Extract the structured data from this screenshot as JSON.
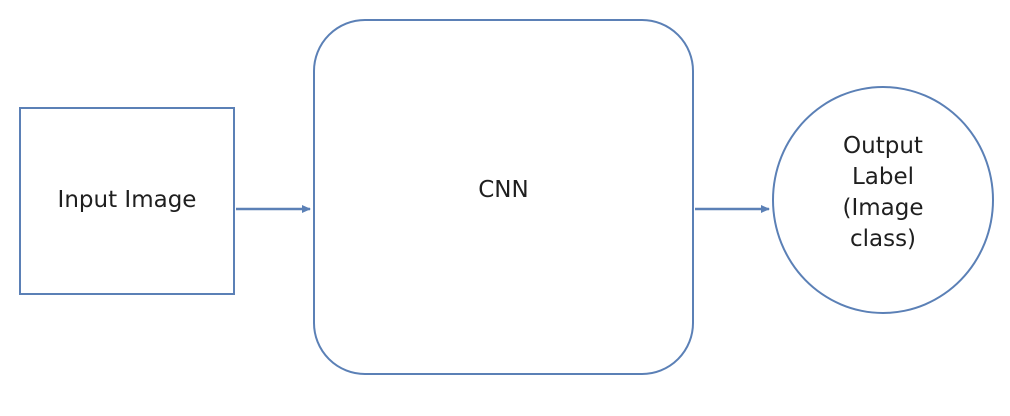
{
  "diagram": {
    "nodes": {
      "input": {
        "label": "Input Image"
      },
      "cnn": {
        "label": "CNN"
      },
      "output": {
        "label": "Output Label (Image class)"
      }
    },
    "edges": [
      {
        "from": "input",
        "to": "cnn"
      },
      {
        "from": "cnn",
        "to": "output"
      }
    ],
    "colors": {
      "stroke": "#5b80b6",
      "text": "#1f1f1f",
      "background": "#ffffff"
    }
  }
}
